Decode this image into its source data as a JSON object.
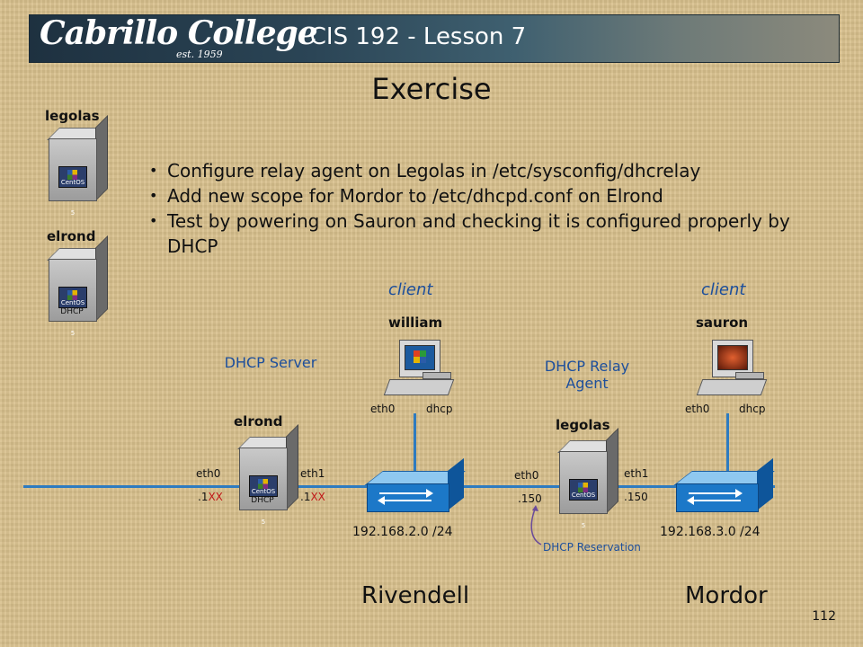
{
  "header": {
    "logo_text": "Cabrillo College",
    "logo_sub": "est. 1959",
    "course": "CIS 192 - Lesson 7"
  },
  "title": "Exercise",
  "bullets": [
    "Configure relay agent on Legolas in /etc/sysconfig/dhcrelay",
    "Add new scope for Mordor to /etc/dhcpd.conf on Elrond",
    "Test by powering on Sauron and checking it is configured properly by DHCP"
  ],
  "legend": {
    "legolas": "legolas",
    "elrond": "elrond",
    "elrond_tag": "DHCP"
  },
  "diagram": {
    "client1": "client",
    "client2": "client",
    "william": "william",
    "sauron": "sauron",
    "dhcp_server": "DHCP Server",
    "relay_agent": "DHCP Relay Agent",
    "elrond": "elrond",
    "elrond_tag": "DHCP",
    "legolas": "legolas",
    "w_eth0": "eth0",
    "w_dhcp": "dhcp",
    "s_eth0": "eth0",
    "s_dhcp": "dhcp",
    "el_eth0": "eth0",
    "el_eth0_ip_a": ".1",
    "el_eth0_ip_b": "XX",
    "el_eth1": "eth1",
    "el_eth1_ip_a": ".1",
    "el_eth1_ip_b": "XX",
    "lg_eth0": "eth0",
    "lg_eth0_ip": ".150",
    "lg_eth1": "eth1",
    "lg_eth1_ip": ".150",
    "net1": "192.168.2.0 /24",
    "net2": "192.168.3.0 /24",
    "reservation": "DHCP Reservation",
    "rivendell": "Rivendell",
    "mordor": "Mordor",
    "centos": "CentOS 5"
  },
  "page_number": "112",
  "colors": {
    "link_line": "#2e7bc0",
    "label_blue": "#1d4f9c",
    "xx_red": "#c01818",
    "switch_blue": "#1c78c8"
  }
}
